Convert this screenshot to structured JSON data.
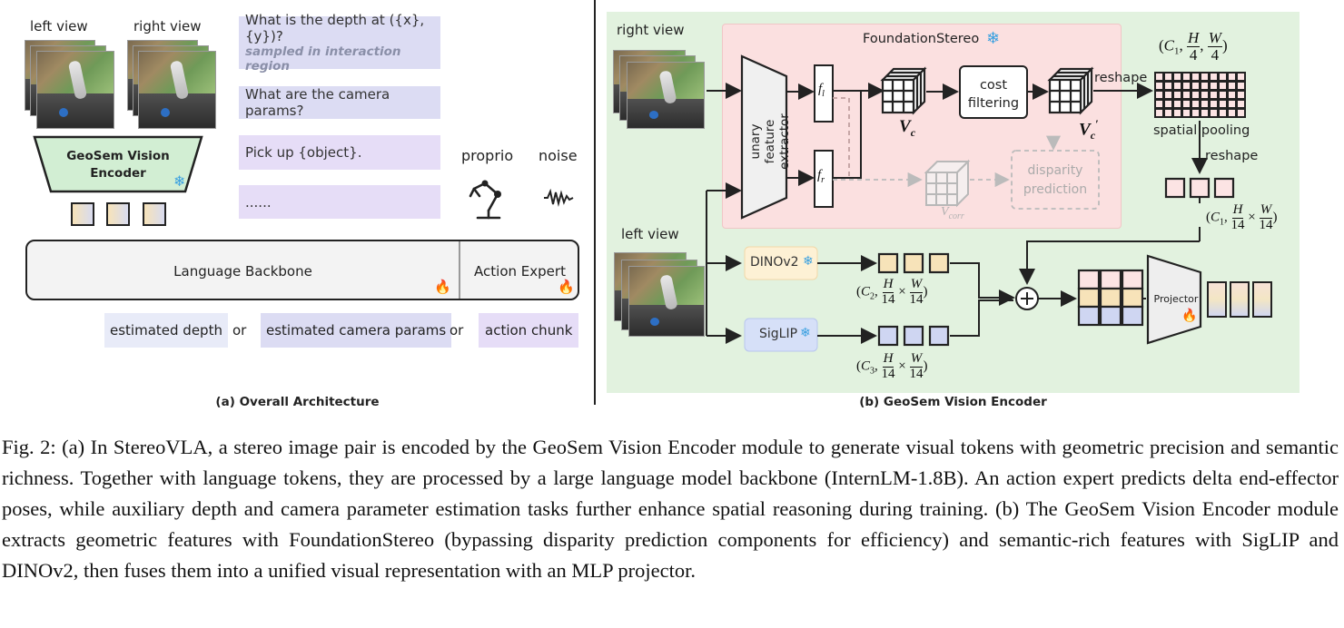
{
  "panel_a": {
    "left_view": "left view",
    "right_view": "right view",
    "prompts": [
      {
        "text": "What is the depth at ({x}, {y})?",
        "sub": "sampled in interaction region"
      },
      {
        "text": "What are the camera params?"
      },
      {
        "text": "Pick up {object}."
      },
      {
        "text": "......"
      }
    ],
    "encoder_label": "GeoSem Vision\nEncoder",
    "proprio": "proprio",
    "noise": "noise",
    "language_backbone": "Language Backbone",
    "action_expert": "Action Expert",
    "outputs": [
      "estimated depth",
      "or",
      "estimated camera params",
      "or",
      "action chunk"
    ],
    "caption": "(a) Overall Architecture"
  },
  "panel_b": {
    "right_view": "right view",
    "left_view": "left view",
    "foundation_stereo": "FoundationStereo",
    "unary_extractor": "unary feature\nextractor",
    "f_l": "f",
    "f_l_sub": "l",
    "f_r": "f",
    "f_r_sub": "r",
    "v_c": "V",
    "v_c_sub": "c",
    "cost_filtering": "cost\nfiltering",
    "v_c_prime": "V",
    "v_corr": "V",
    "v_corr_sub": "corr",
    "disparity_prediction": "disparity\nprediction",
    "reshape_1": "reshape",
    "reshape_2": "reshape",
    "spatial_pooling": "spatial pooling",
    "dim_top": "(C1, H/4, W/4)",
    "dim_pooled": "(C1, H/14 × W/14)",
    "dim_dino": "(C2, H/14 × W/14)",
    "dim_siglip": "(C3, H/14 × W/14)",
    "dinov2": "DINOv2",
    "siglip": "SigLIP",
    "projector": "Projector",
    "caption": "(b) GeoSem Vision Encoder"
  },
  "figure_caption": "Fig. 2: (a) In StereoVLA, a stereo image pair is encoded by the GeoSem Vision Encoder module to generate visual tokens with geometric precision and semantic richness. Together with language tokens, they are processed by a large language model backbone (InternLM-1.8B). An action expert predicts delta end-effector poses, while auxiliary depth and camera parameter estimation tasks further enhance spatial reasoning during training. (b) The GeoSem Vision Encoder module extracts geometric features with FoundationStereo (bypassing disparity prediction components for efficiency) and semantic-rich features with SigLIP and DINOv2, then fuses them into a unified visual representation with an MLP projector.",
  "colors": {
    "panel_b_bg": "#e2f2df",
    "stereo_bg": "#fbe0e0",
    "prompt_blue": "#dcdcf3",
    "prompt_lav": "#e6ddf7",
    "dino_token": "#f7e3b9",
    "siglip_token": "#cfd6f2",
    "snowflake": "#3aa0e0",
    "flame": "#f06a1c"
  },
  "icons": [
    "snowflake-icon",
    "flame-icon",
    "robot-arm-icon",
    "noise-wave-icon",
    "plus-circle-icon"
  ]
}
